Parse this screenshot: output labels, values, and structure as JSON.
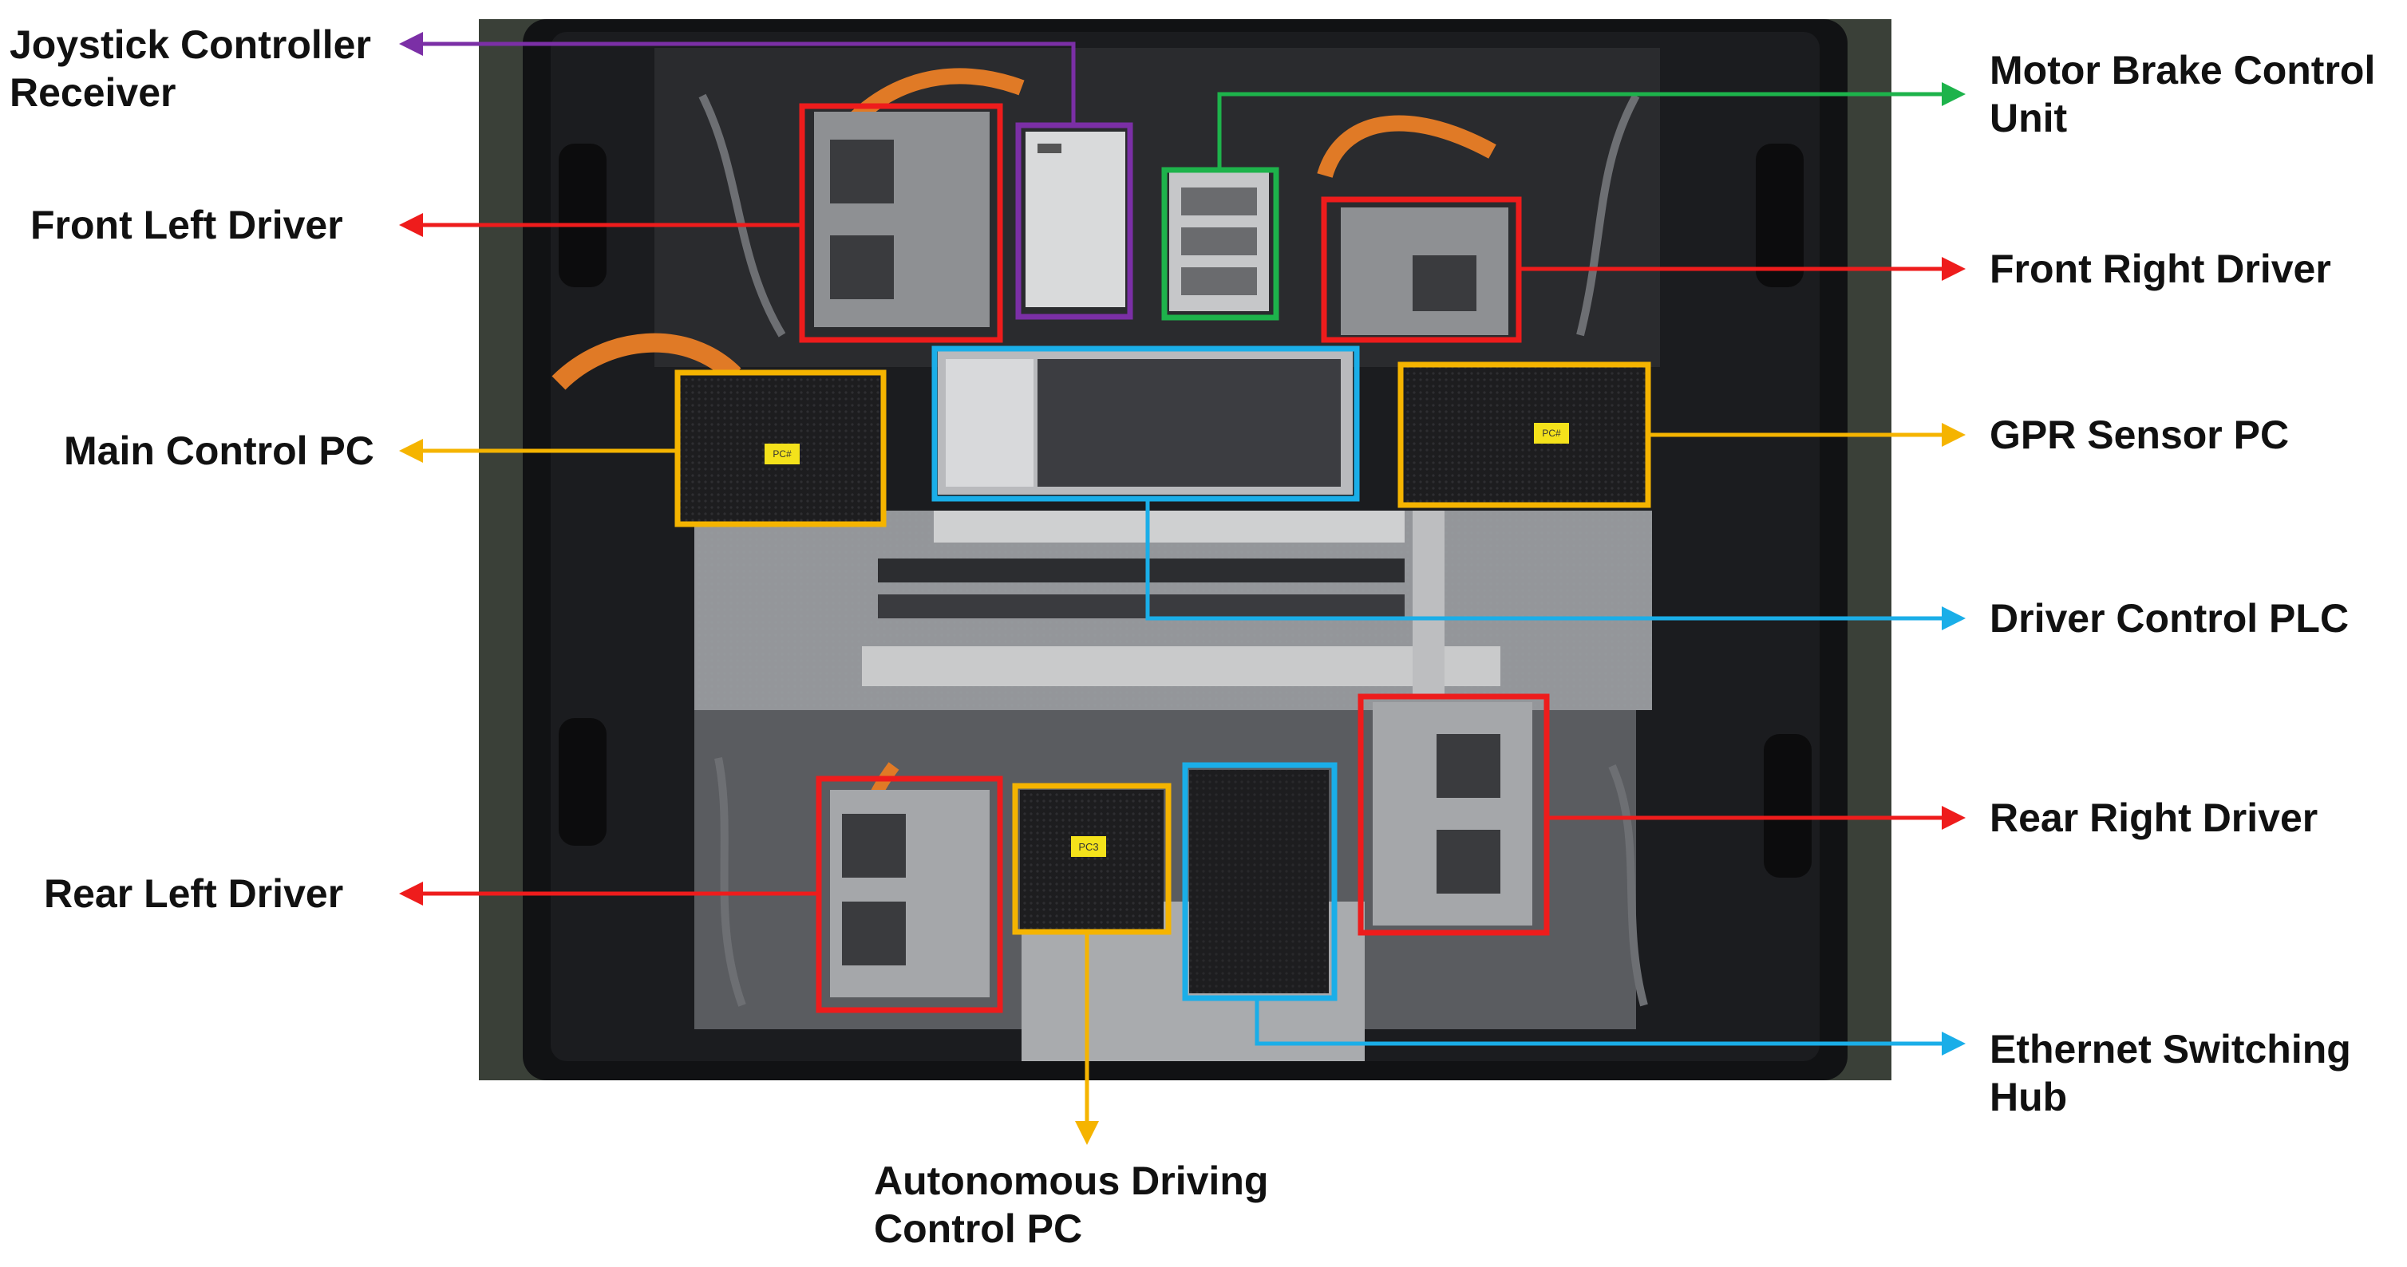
{
  "colors": {
    "red": "#ee1c1c",
    "purple": "#7b2fa6",
    "green": "#1db34b",
    "orange": "#f5b400",
    "blue": "#1aaee8"
  },
  "labels": {
    "joystick": {
      "line1": "Joystick Controller",
      "line2": "Receiver",
      "color": "purple"
    },
    "front_left": {
      "line1": "Front  Left Driver",
      "color": "red"
    },
    "main_pc": {
      "line1": "Main Control PC",
      "color": "orange"
    },
    "rear_left": {
      "line1": "Rear Left Driver",
      "color": "red"
    },
    "motor_brake": {
      "line1": "Motor Brake Control",
      "line2": "Unit",
      "color": "green"
    },
    "front_right": {
      "line1": "Front Right Driver",
      "color": "red"
    },
    "gpr_pc": {
      "line1": "GPR Sensor PC",
      "color": "orange"
    },
    "plc": {
      "line1": "Driver Control PLC",
      "color": "blue"
    },
    "rear_right": {
      "line1": "Rear Right Driver",
      "color": "red"
    },
    "ethernet": {
      "line1": "Ethernet Switching",
      "line2": "Hub",
      "color": "blue"
    },
    "autonomous_pc": {
      "line1": "Autonomous Driving",
      "line2": "Control PC",
      "color": "orange"
    }
  },
  "device_tags": {
    "main_pc_tag": "PC#",
    "gpr_pc_tag": "PC#",
    "autonomous_pc_tag": "PC3"
  }
}
